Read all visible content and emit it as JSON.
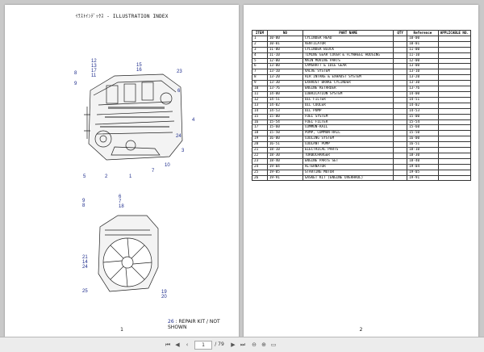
{
  "left_page": {
    "title": "ｲﾗｽﾄｲﾝﾃﾞｯｸｽ - ILLUSTRATION INDEX",
    "page_number": "1",
    "note_number": "26",
    "note_text": ": REPAIR KIT / NOT SHOWN",
    "callouts_top": [
      "12",
      "13",
      "17",
      "11",
      "8",
      "9",
      "15",
      "16",
      "23",
      "6",
      "4",
      "5",
      "2",
      "1",
      "7",
      "10",
      "3",
      "24"
    ],
    "callouts_bottom": [
      "9",
      "6",
      "7",
      "18",
      "8",
      "21",
      "14",
      "24",
      "25",
      "19",
      "20"
    ]
  },
  "right_page": {
    "page_number": "2",
    "headers": {
      "item": "ITEM",
      "no": "NO",
      "part_name": "PART NAME",
      "qty": "QTY",
      "reference": "Reference",
      "applicable": "APPLICABLE NO."
    },
    "rows": [
      {
        "item": "1",
        "no": "10-00",
        "name": "CYLINDER HEAD",
        "ref": "10-00"
      },
      {
        "item": "2",
        "no": "10-01",
        "name": "VENTILATOR",
        "ref": "10-01"
      },
      {
        "item": "3",
        "no": "11-00",
        "name": "CYLINDER BLOCK",
        "ref": "11-00"
      },
      {
        "item": "4",
        "no": "11-10",
        "name": "TIMING GEAR COVER & FLYWHEEL HOUSING",
        "ref": "11-10"
      },
      {
        "item": "5",
        "no": "12-00",
        "name": "MAIN MOVING PARTS",
        "ref": "12-00"
      },
      {
        "item": "6",
        "no": "13-00",
        "name": "CAMSHAFT & IDLE GEAR",
        "ref": "13-00"
      },
      {
        "item": "7",
        "no": "13-10",
        "name": "VALVE SYSTEM",
        "ref": "13-10"
      },
      {
        "item": "8",
        "no": "13-20",
        "name": "AIR INTAKE & EXHAUST SYSTEM",
        "ref": "13-20"
      },
      {
        "item": "9",
        "no": "13-30",
        "name": "EXHAUST BRAKE CYLINDER",
        "ref": "13-30"
      },
      {
        "item": "10",
        "no": "13-76",
        "name": "ENGINE RETARDER",
        "ref": "13-76"
      },
      {
        "item": "11",
        "no": "14-00",
        "name": "LUBRICATION SYSTEM",
        "ref": "14-00"
      },
      {
        "item": "12",
        "no": "14-51",
        "name": "OIL FILTER",
        "ref": "14-51"
      },
      {
        "item": "13",
        "no": "14-02",
        "name": "OIL COOLER",
        "ref": "14-02"
      },
      {
        "item": "14",
        "no": "14-53",
        "name": "OIL PUMP",
        "ref": "14-53"
      },
      {
        "item": "15",
        "no": "15-00",
        "name": "FUEL SYSTEM",
        "ref": "15-00"
      },
      {
        "item": "16",
        "no": "15-54",
        "name": "FUEL FILTER",
        "ref": "15-54"
      },
      {
        "item": "17",
        "no": "15-60",
        "name": "COMMON-RAIL",
        "ref": "15-60"
      },
      {
        "item": "18",
        "no": "15-50",
        "name": "PUMP, COMMON-RAIL",
        "ref": "15-50"
      },
      {
        "item": "19",
        "no": "16-00",
        "name": "COOLING SYSTEM",
        "ref": "16-00"
      },
      {
        "item": "20",
        "no": "16-51",
        "name": "COOLANT PUMP",
        "ref": "16-51"
      },
      {
        "item": "21",
        "no": "18-10",
        "name": "ELECTRICAL PARTS",
        "ref": "18-10"
      },
      {
        "item": "22",
        "no": "18-30",
        "name": "TURBOCHARGER",
        "ref": "18-30"
      },
      {
        "item": "23",
        "no": "18-40",
        "name": "ENGINE PARTS SET",
        "ref": "18-40"
      },
      {
        "item": "24",
        "no": "19-04",
        "name": "ALTERNATOR",
        "ref": "19-04"
      },
      {
        "item": "25",
        "no": "19-05",
        "name": "STARTING MOTOR",
        "ref": "19-05"
      },
      {
        "item": "26",
        "no": "19-91",
        "name": "GASKET KIT (ENGINE OVERHAUL)",
        "ref": "19-91"
      }
    ]
  },
  "toolbar": {
    "current_page": "1",
    "page_count": "/ 79",
    "icons": [
      "first-page-icon",
      "prev-page-icon",
      "next-page-icon",
      "last-page-icon",
      "zoom-out-icon",
      "zoom-in-icon",
      "fit-page-icon"
    ]
  }
}
